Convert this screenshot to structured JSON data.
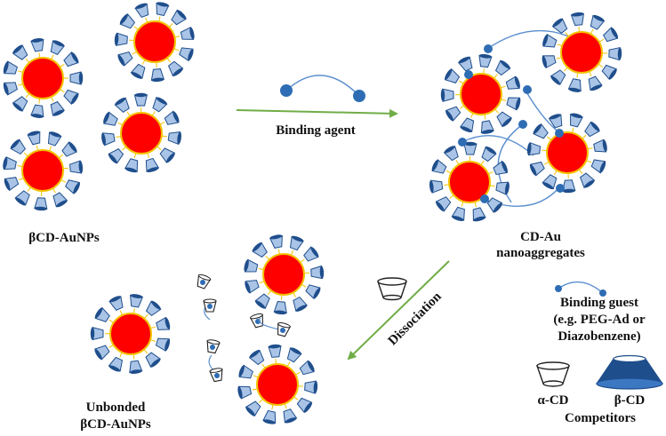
{
  "labels": {
    "binding_agent": "Binding agent",
    "bcd_aunps": "βCD-AuNPs",
    "cd_au_line1": "CD-Au",
    "cd_au_line2": "nanoaggregates",
    "dissociation": "Dissociation",
    "binding_guest_line1": "Binding guest",
    "binding_guest_line2": "(e.g. PEG-Ad or",
    "binding_guest_line3": "Diazobenzene)",
    "alpha_cd": "α-CD",
    "beta_cd": "β-CD",
    "competitors": "Competitors",
    "unbonded_line1": "Unbonded",
    "unbonded_line2": "βCD-AuNPs"
  },
  "colors": {
    "nanoparticle": "#ff0000",
    "nanoparticle_rim": "#f2c200",
    "cup_fill": "#a9c4e6",
    "cup_dark": "#1f4e8c",
    "guest_bead": "#2e6db4",
    "guest_link": "#5b8fd0",
    "arrow": "#70ad47"
  },
  "icons": {
    "cup": "cyclodextrin-cup-icon",
    "guest": "binding-guest-icon",
    "arrow": "process-arrow-icon"
  }
}
